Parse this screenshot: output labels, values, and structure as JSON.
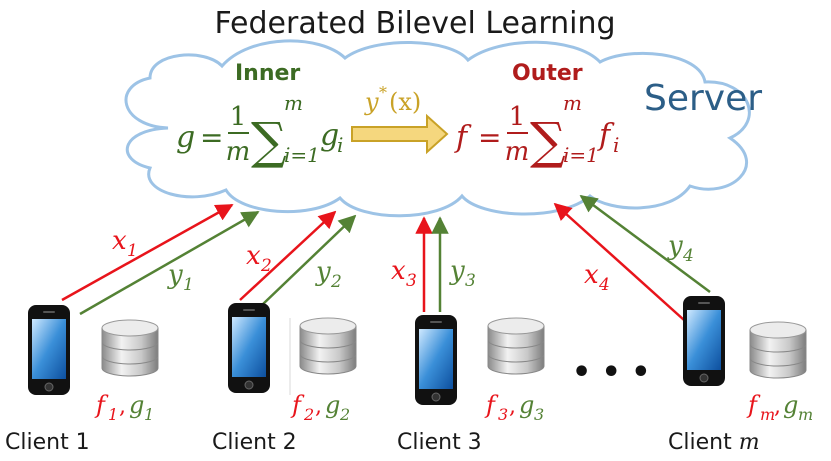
{
  "title": "Federated Bilevel Learning",
  "server_label": "Server",
  "inner": {
    "label": "Inner",
    "lhs": "g",
    "eq": "=",
    "num": "1",
    "den": "m",
    "sum": "∑",
    "sub": "i=1",
    "sup": "m",
    "term": "g",
    "term_sub": "i"
  },
  "outer": {
    "label": "Outer",
    "lhs": "f",
    "eq": "=",
    "num": "1",
    "den": "m",
    "sum": "∑",
    "sub": "i=1",
    "sup": "m",
    "term": "f",
    "term_sub": "i"
  },
  "transfer": {
    "label": "y",
    "sup": "*",
    "arg": "(x)"
  },
  "clients": [
    {
      "name": "Client 1",
      "x_label": "x",
      "x_sub": "1",
      "y_label": "y",
      "y_sub": "1",
      "f": "f",
      "f_sub": "1",
      "g": "g",
      "g_sub": "1"
    },
    {
      "name": "Client 2",
      "x_label": "x",
      "x_sub": "2",
      "y_label": "y",
      "y_sub": "2",
      "f": "f",
      "f_sub": "2",
      "g": "g",
      "g_sub": "2"
    },
    {
      "name": "Client 3",
      "x_label": "x",
      "x_sub": "3",
      "y_label": "y",
      "y_sub": "3",
      "f": "f",
      "f_sub": "3",
      "g": "g",
      "g_sub": "3"
    },
    {
      "name": "Client ",
      "name_var": "m",
      "x_label": "x",
      "x_sub": "4",
      "y_label": "y",
      "y_sub": "4",
      "f": "f",
      "f_sub": "m",
      "g": "g",
      "g_sub": "m"
    }
  ],
  "ellipsis": "• • •",
  "colors": {
    "red": "#e8141b",
    "green": "#548235",
    "dark_red": "#b01c1c",
    "dark_green": "#3c6b23",
    "cloud_stroke": "#9dc3e6",
    "arrow_fill": "#f5d77e",
    "arrow_stroke": "#c9a227"
  }
}
